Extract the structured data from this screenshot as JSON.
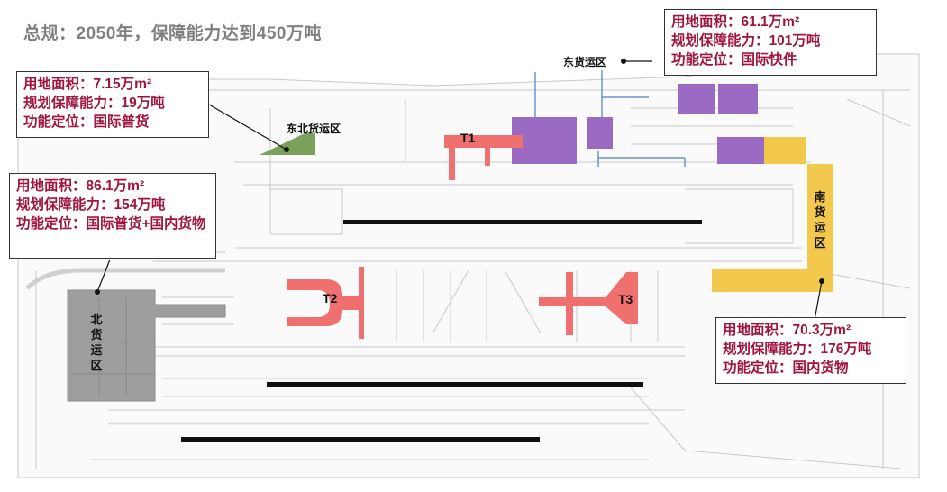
{
  "title": "总规：2050年，保障能力达到450万吨",
  "zones": {
    "northeast": {
      "label": "东北货运区",
      "color": "#7aa05a",
      "area": "用地面积：7.15万m²",
      "capacity": "规划保障能力：19万吨",
      "function": "功能定位：国际普货"
    },
    "north": {
      "label": "北货运区",
      "color": "#9e9e9e",
      "area": "用地面积：86.1万m²",
      "capacity": "规划保障能力：154万吨",
      "function": "功能定位：国际普货+国内货物"
    },
    "east": {
      "label": "东货运区",
      "color": "#9b6bc4",
      "area": "用地面积：61.1万m²",
      "capacity": "规划保障能力：101万吨",
      "function": "功能定位：国际快件"
    },
    "south": {
      "label": "南货运区",
      "color": "#f2c94c",
      "area": "用地面积：70.3万m²",
      "capacity": "规划保障能力：176万吨",
      "function": "功能定位：国内货物"
    }
  },
  "terminals": [
    "T1",
    "T2",
    "T3"
  ],
  "colors": {
    "terminal": "#f07070",
    "runway": "#111111",
    "callout_text": "#a0153e",
    "background": "#ffffff",
    "linework": "#c8c8c8"
  }
}
